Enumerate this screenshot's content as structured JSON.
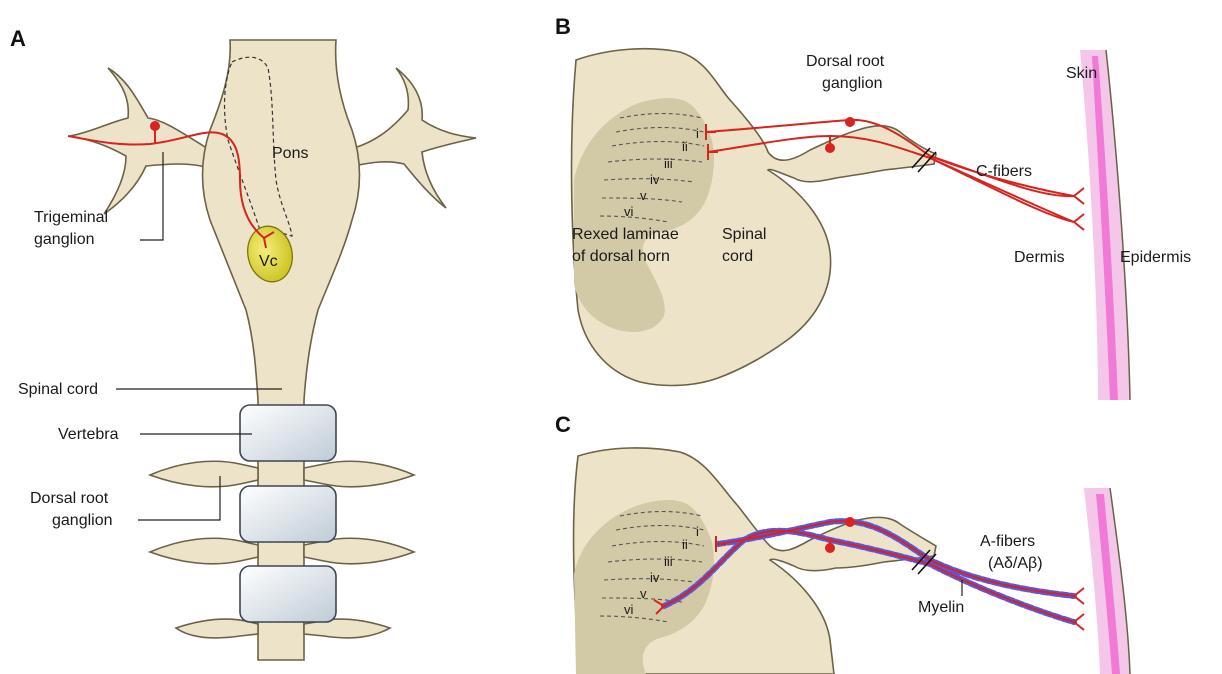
{
  "panels": {
    "a": "A",
    "b": "B",
    "c": "C"
  },
  "panel_a": {
    "pons": "Pons",
    "vc": "Vc",
    "trigeminal_line1": "Trigeminal",
    "trigeminal_line2": "ganglion",
    "spinal_cord": "Spinal cord",
    "vertebra": "Vertebra",
    "drg_line1": "Dorsal root",
    "drg_line2": "ganglion"
  },
  "panel_b": {
    "drg_line1": "Dorsal root",
    "drg_line2": "ganglion",
    "skin": "Skin",
    "c_fibers": "C-fibers",
    "dermis": "Dermis",
    "epidermis": "Epidermis",
    "spinal_line1": "Spinal",
    "spinal_line2": "cord",
    "rexed_line1": "Rexed laminae",
    "rexed_line2": "of dorsal horn",
    "laminae": [
      "i",
      "ii",
      "iii",
      "iv",
      "v",
      "vi"
    ]
  },
  "panel_c": {
    "a_fibers_line1": "A-fibers",
    "a_fibers_line2": "(Aδ/Aβ)",
    "myelin": "Myelin",
    "laminae": [
      "i",
      "ii",
      "iii",
      "iv",
      "v",
      "vi"
    ]
  },
  "colors": {
    "tissue": "#ede3c8",
    "gray_matter": "#d2c9a6",
    "nerve": "#d8231f",
    "myelin": "#5a57d8",
    "nucleus_vc": "#e3dc3a",
    "epidermis": "#f07ad6"
  }
}
